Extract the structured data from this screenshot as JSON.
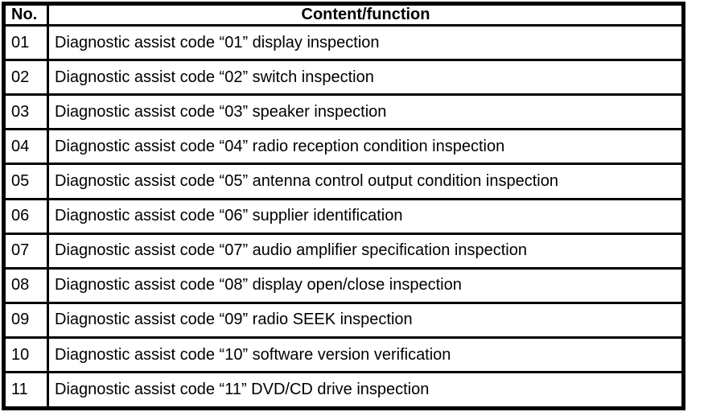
{
  "table": {
    "columns": {
      "no": "No.",
      "content": "Content/function"
    },
    "rows": [
      {
        "no": "01",
        "content": "Diagnostic assist code “01” display inspection"
      },
      {
        "no": "02",
        "content": "Diagnostic assist code “02” switch inspection"
      },
      {
        "no": "03",
        "content": "Diagnostic assist code “03” speaker inspection"
      },
      {
        "no": "04",
        "content": "Diagnostic assist code “04” radio reception condition inspection"
      },
      {
        "no": "05",
        "content": "Diagnostic assist code “05” antenna control output condition inspection"
      },
      {
        "no": "06",
        "content": "Diagnostic assist code “06” supplier identification"
      },
      {
        "no": "07",
        "content": "Diagnostic assist code “07” audio amplifier specification inspection"
      },
      {
        "no": "08",
        "content": "Diagnostic assist code “08” display open/close inspection"
      },
      {
        "no": "09",
        "content": "Diagnostic assist code “09” radio SEEK inspection"
      },
      {
        "no": "10",
        "content": "Diagnostic assist code “10” software version verification"
      },
      {
        "no": "11",
        "content": "Diagnostic assist code “11” DVD/CD drive inspection"
      }
    ]
  }
}
